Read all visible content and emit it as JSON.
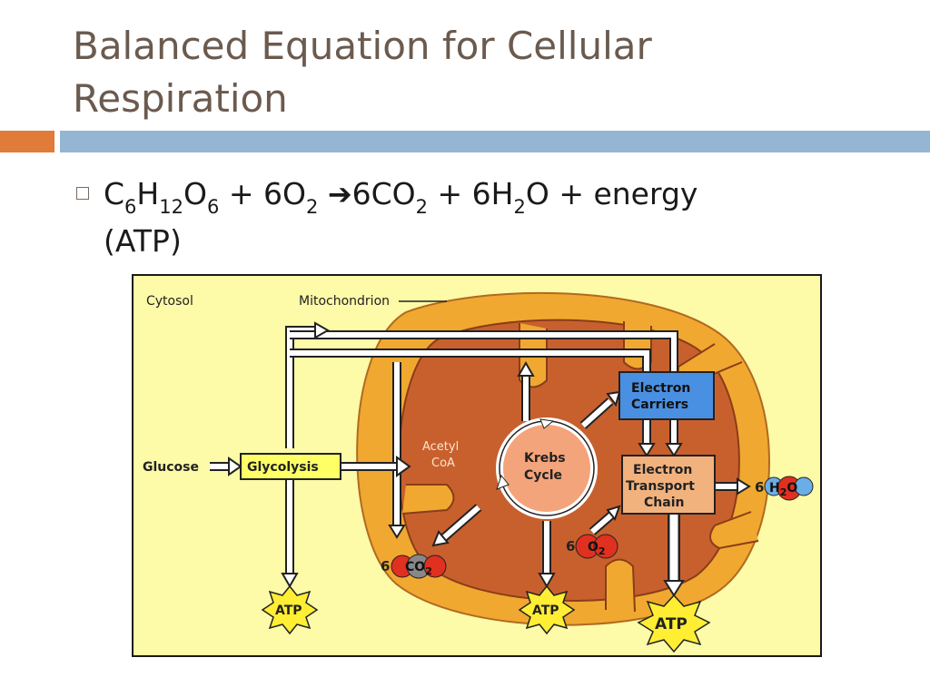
{
  "slide": {
    "title_line1": "Balanced Equation for Cellular",
    "title_line2": "Respiration",
    "equation": {
      "reactant1": "C",
      "r1_sub1": "6",
      "r1_h": "H",
      "r1_sub2": "12",
      "r1_o": "O",
      "r1_sub3": "6",
      "plus1": " + 6O",
      "o2_sub": "2",
      "arrow": "➔",
      "product1": "6CO",
      "co2_sub": "2",
      "plus2": " + 6H",
      "h2o_sub": "2",
      "rest": "O + energy",
      "line2": "(ATP)"
    }
  },
  "diagram": {
    "cytosol": "Cytosol",
    "mitochondrion": "Mitochondrion",
    "glucose": "Glucose",
    "glycolysis": "Glycolysis",
    "acetyl": "Acetyl",
    "coa": "CoA",
    "krebs1": "Krebs",
    "krebs2": "Cycle",
    "ec1": "Electron",
    "ec2": "Carriers",
    "etc1": "Electron",
    "etc2": "Transport",
    "etc3": "Chain",
    "six_co2": "6",
    "co2": "CO",
    "co2_sub": "2",
    "six_o2": "6",
    "o2": "O",
    "o2_sub": "2",
    "six_h2o": "6",
    "h2o_h": "H",
    "h2o_sub": "2",
    "h2o_o": "O",
    "atp1": "ATP",
    "atp2": "ATP",
    "atp3": "ATP"
  },
  "colors": {
    "title": "#6b5a4e",
    "accent_orange": "#e07b39",
    "accent_blue": "#94b6d2",
    "cytosol_bg": "#fdfaa8",
    "mito_outer": "#f0a830",
    "mito_inner": "#c8602e",
    "krebs": "#f4a47a",
    "electron_carriers": "#4a90e2",
    "etc": "#f2b27e",
    "glycolysis": "#ffff66",
    "atp": "#ffee33"
  }
}
